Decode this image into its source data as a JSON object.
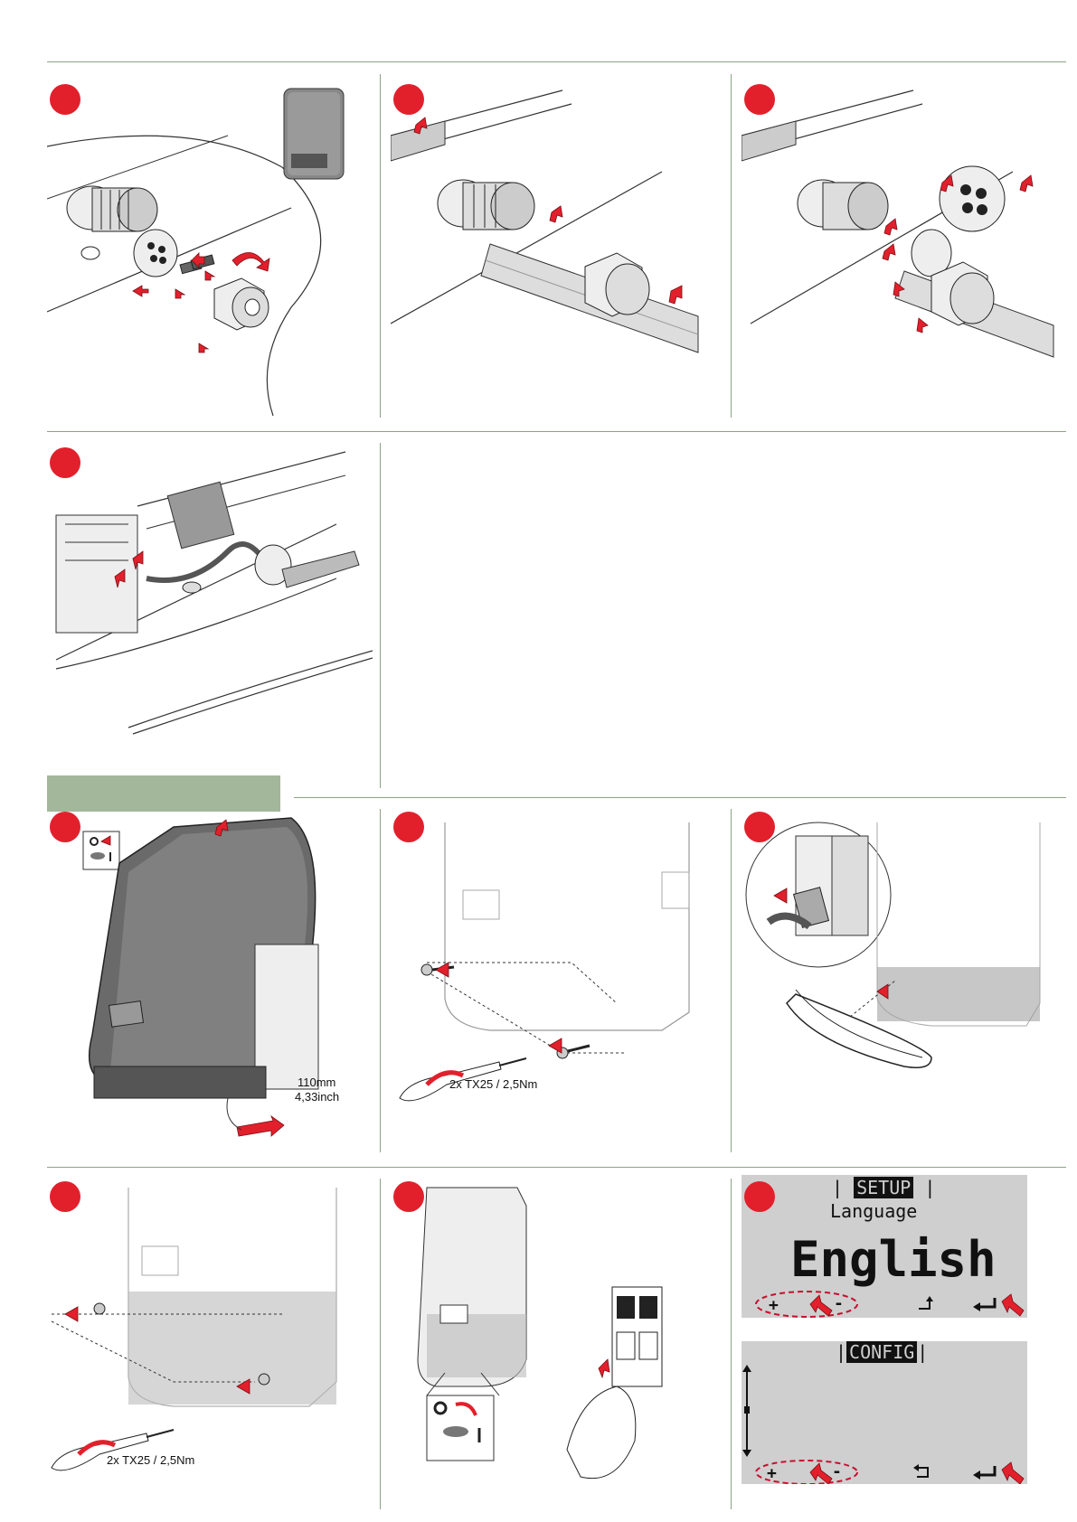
{
  "panels": {
    "p8": {
      "torque_label": "2x TX25 / 2,5Nm"
    },
    "p10": {
      "torque_label": "2x TX25 / 2,5Nm"
    },
    "p7": {
      "dim_mm": "110mm",
      "dim_inch": "4,33inch"
    }
  },
  "display1": {
    "title_left": "|",
    "title": "SETUP",
    "title_right": "|",
    "subtitle": "Language",
    "value": "English",
    "btn_plus": "+",
    "btn_minus": "-"
  },
  "display2": {
    "title_left": "|",
    "title": "CONFIG",
    "title_right": "|",
    "btn_plus": "+",
    "btn_minus": "-"
  },
  "colors": {
    "accent_red": "#e2202c",
    "section_green": "#a3b79b",
    "rule_green": "#8aa485"
  },
  "icons": [
    "arrow-marker-icon",
    "switch-off-on-icon",
    "screwdriver-icon",
    "breaker-icon",
    "enter-icon",
    "back-icon"
  ]
}
